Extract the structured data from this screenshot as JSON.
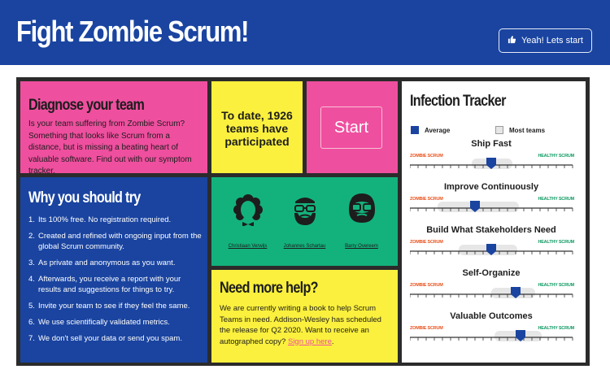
{
  "header": {
    "title": "Fight Zombie Scrum!",
    "cta_label": "Yeah! Lets start",
    "cta_icon": "thumbs-up-icon"
  },
  "colors": {
    "header_blue": "#1a44a0",
    "pink": "#ef4f9f",
    "yellow": "#fbf03d",
    "green": "#13b27c",
    "zombie_orange": "#e8531f",
    "healthy_green": "#0f9a64"
  },
  "diagnose": {
    "title": "Diagnose your team",
    "text": "Is your team suffering from Zombie Scrum? Something that looks like Scrum from a distance, but is missing a beating heart of valuable software. Find out with our symptom tracker."
  },
  "counter": {
    "text": "To date, 1926 teams have participated"
  },
  "start": {
    "label": "Start"
  },
  "why": {
    "title": "Why you should try",
    "items": [
      {
        "num": "1.",
        "text": "Its 100% free. No registration required."
      },
      {
        "num": "2.",
        "text": "Created and refined with ongoing input from the global Scrum community."
      },
      {
        "num": "3.",
        "text": "As private and anonymous as you want."
      },
      {
        "num": "4.",
        "text": "Afterwards, you receive a report with your results and suggestions for things to try."
      },
      {
        "num": "5.",
        "text": "Invite your team to see if they feel the same."
      },
      {
        "num": "6.",
        "text": "We use scientifically validated metrics."
      },
      {
        "num": "7.",
        "text": "We don't sell your data or send you spam."
      }
    ]
  },
  "authors": [
    {
      "name": "Christiaan Verwijs",
      "icon": "curly-hair-bowtie-avatar-icon"
    },
    {
      "name": "Johannes Schartau",
      "icon": "glasses-beard-avatar-icon"
    },
    {
      "name": "Barry Overeem",
      "icon": "bald-glasses-beard-avatar-icon"
    }
  ],
  "help": {
    "title": "Need more help?",
    "text": "We are currently writing a book to help Scrum Teams in need. Addison-Wesley has scheduled the release for Q2 2020. Want to receive an autographed copy?",
    "link_label": "Sign up here",
    "trailing": "."
  },
  "tracker": {
    "title": "Infection Tracker",
    "legend": [
      {
        "label": "Average",
        "color": "#1a44a0"
      },
      {
        "label": "Most teams",
        "color": "#e6e6e6"
      }
    ],
    "left_label": "ZOMBIE SCRUM",
    "right_label": "HEALTHY SCRUM",
    "metrics": [
      {
        "name": "Ship Fast",
        "average": 0.5,
        "most_from": 0.38,
        "most_to": 0.63
      },
      {
        "name": "Improve Continuously",
        "average": 0.4,
        "most_from": 0.17,
        "most_to": 0.67
      },
      {
        "name": "Build What Stakeholders Need",
        "average": 0.5,
        "most_from": 0.3,
        "most_to": 0.66
      },
      {
        "name": "Self-Organize",
        "average": 0.65,
        "most_from": 0.5,
        "most_to": 0.77
      },
      {
        "name": "Valuable Outcomes",
        "average": 0.68,
        "most_from": 0.52,
        "most_to": 0.81
      }
    ]
  }
}
